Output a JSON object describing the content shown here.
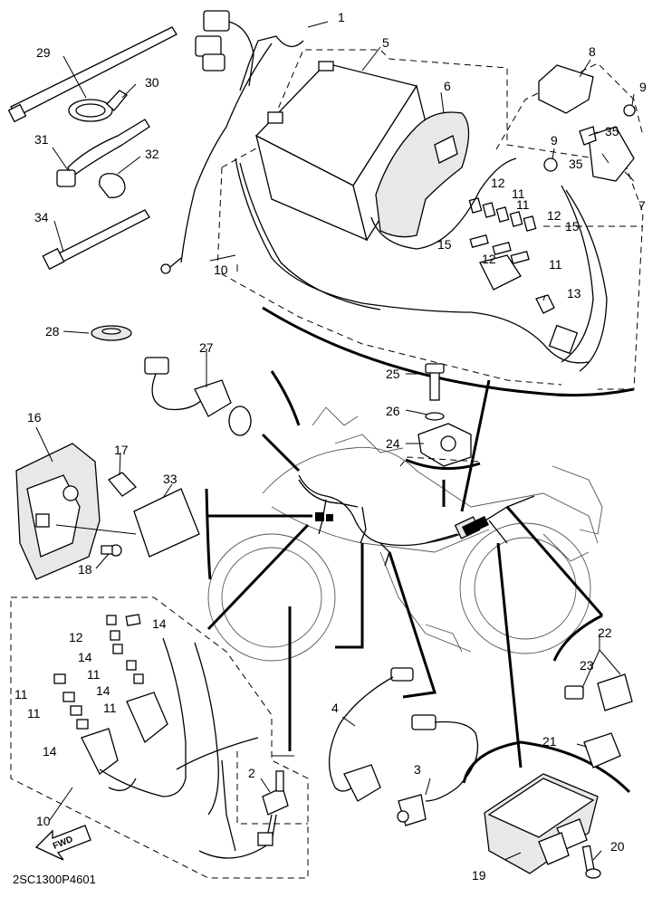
{
  "diagram": {
    "code": "2SC1300P4601",
    "fwd_label": "FWD",
    "callouts": [
      {
        "id": "c1",
        "label": "1"
      },
      {
        "id": "c2",
        "label": "2"
      },
      {
        "id": "c3",
        "label": "3"
      },
      {
        "id": "c4",
        "label": "4"
      },
      {
        "id": "c5",
        "label": "5"
      },
      {
        "id": "c6",
        "label": "6"
      },
      {
        "id": "c7",
        "label": "7"
      },
      {
        "id": "c8",
        "label": "8"
      },
      {
        "id": "c9a",
        "label": "9"
      },
      {
        "id": "c9b",
        "label": "9"
      },
      {
        "id": "c10a",
        "label": "10"
      },
      {
        "id": "c10b",
        "label": "10"
      },
      {
        "id": "c11a",
        "label": "11"
      },
      {
        "id": "c11b",
        "label": "11"
      },
      {
        "id": "c11c",
        "label": "11"
      },
      {
        "id": "c11d",
        "label": "11"
      },
      {
        "id": "c11e",
        "label": "11"
      },
      {
        "id": "c11f",
        "label": "11"
      },
      {
        "id": "c11g",
        "label": "11"
      },
      {
        "id": "c12a",
        "label": "12"
      },
      {
        "id": "c12b",
        "label": "12"
      },
      {
        "id": "c12c",
        "label": "12"
      },
      {
        "id": "c12d",
        "label": "12"
      },
      {
        "id": "c13",
        "label": "13"
      },
      {
        "id": "c14a",
        "label": "14"
      },
      {
        "id": "c14b",
        "label": "14"
      },
      {
        "id": "c14c",
        "label": "14"
      },
      {
        "id": "c14d",
        "label": "14"
      },
      {
        "id": "c15a",
        "label": "15"
      },
      {
        "id": "c15b",
        "label": "15"
      },
      {
        "id": "c16",
        "label": "16"
      },
      {
        "id": "c17",
        "label": "17"
      },
      {
        "id": "c18",
        "label": "18"
      },
      {
        "id": "c19",
        "label": "19"
      },
      {
        "id": "c20",
        "label": "20"
      },
      {
        "id": "c21",
        "label": "21"
      },
      {
        "id": "c22",
        "label": "22"
      },
      {
        "id": "c23",
        "label": "23"
      },
      {
        "id": "c24",
        "label": "24"
      },
      {
        "id": "c25",
        "label": "25"
      },
      {
        "id": "c26",
        "label": "26"
      },
      {
        "id": "c27",
        "label": "27"
      },
      {
        "id": "c28",
        "label": "28"
      },
      {
        "id": "c29",
        "label": "29"
      },
      {
        "id": "c30",
        "label": "30"
      },
      {
        "id": "c31",
        "label": "31"
      },
      {
        "id": "c32",
        "label": "32"
      },
      {
        "id": "c33",
        "label": "33"
      },
      {
        "id": "c34",
        "label": "34"
      },
      {
        "id": "c35a",
        "label": "35"
      },
      {
        "id": "c35b",
        "label": "35"
      }
    ]
  }
}
